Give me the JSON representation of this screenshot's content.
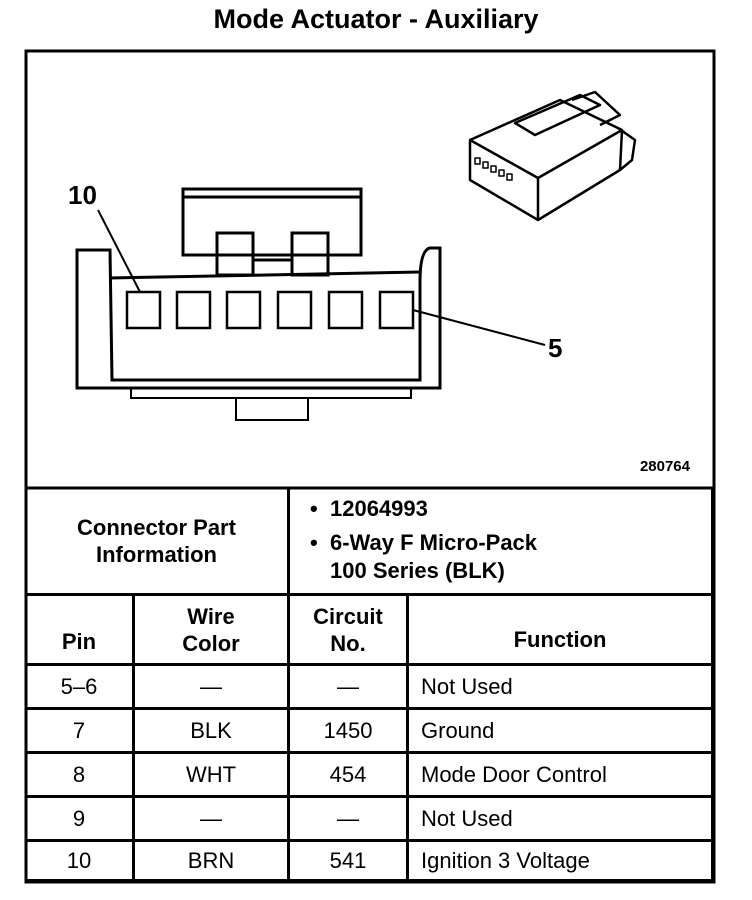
{
  "title": "Mode Actuator - Auxiliary",
  "diagram": {
    "figure_number": "280764",
    "pin_label_left": "10",
    "pin_label_right": "5"
  },
  "connector_info": {
    "label": "Connector Part Information",
    "part_number": "12064993",
    "description_line1": "6-Way F Micro-Pack",
    "description_line2": "100 Series (BLK)"
  },
  "table": {
    "headers": {
      "pin": "Pin",
      "wire_color": "Wire Color",
      "circuit": "Circuit No.",
      "function": "Function"
    },
    "rows": [
      {
        "pin": "5–6",
        "wire_color": "—",
        "circuit": "—",
        "function": "Not Used"
      },
      {
        "pin": "7",
        "wire_color": "BLK",
        "circuit": "1450",
        "function": "Ground"
      },
      {
        "pin": "8",
        "wire_color": "WHT",
        "circuit": "454",
        "function": "Mode Door Control"
      },
      {
        "pin": "9",
        "wire_color": "—",
        "circuit": "—",
        "function": "Not Used"
      },
      {
        "pin": "10",
        "wire_color": "BRN",
        "circuit": "541",
        "function": "Ignition 3 Voltage"
      }
    ]
  }
}
